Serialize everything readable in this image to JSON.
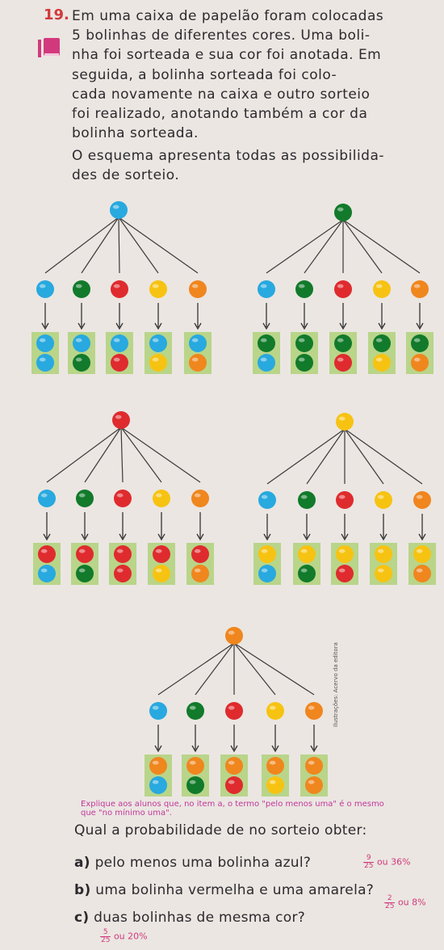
{
  "question": {
    "number": "19.",
    "intro_lines": [
      "Em uma caixa de papelão foram colocadas",
      "5 bolinhas de diferentes cores. Uma boli-",
      "nha foi sorteada e sua cor foi anotada. Em",
      "seguida, a bolinha sorteada foi colo-",
      "cada novamente na caixa e outro sorteio",
      "foi realizado, anotando também a cor da",
      "bolinha sorteada."
    ],
    "scheme_lines": [
      "O esquema apresenta todas as possibilida-",
      "des de sorteio."
    ],
    "prompt": "Qual a probabilidade de no sorteio obter:"
  },
  "colors": {
    "blue": "#28a9df",
    "green": "#127a2b",
    "red": "#df2b2e",
    "yellow": "#f7c312",
    "orange": "#f0861e",
    "box": "#b9d58a",
    "accent": "#d2397c"
  },
  "tree": {
    "color_order": [
      "blue",
      "green",
      "red",
      "yellow",
      "orange"
    ],
    "icon": "book-icon"
  },
  "credit": "Ilustrações: Acervo da editora",
  "teacher_note": "Explique aos alunos que, no item a, o termo \"pelo menos uma\" é o mesmo que \"no mínimo uma\".",
  "items": [
    {
      "label": "a)",
      "text": "pelo menos uma bolinha azul?",
      "answer": {
        "num": "9",
        "den": "25",
        "suffix": "ou 36%"
      }
    },
    {
      "label": "b)",
      "text": "uma bolinha vermelha e uma amarela?",
      "answer": {
        "num": "2",
        "den": "25",
        "suffix": "ou 8%"
      }
    },
    {
      "label": "c)",
      "text": "duas bolinhas de mesma cor?",
      "answer": {
        "num": "5",
        "den": "25",
        "suffix": "ou 20%"
      }
    }
  ]
}
